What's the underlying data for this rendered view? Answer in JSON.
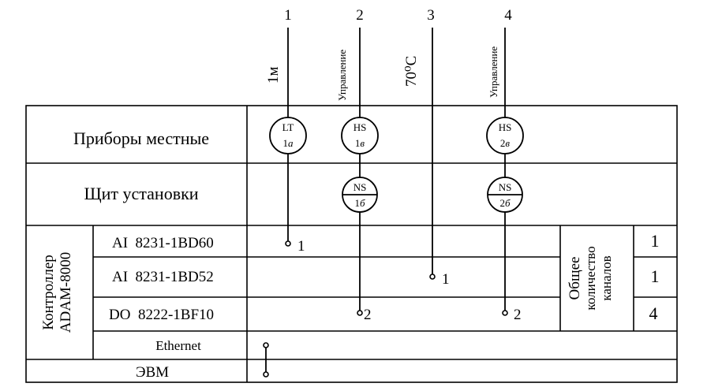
{
  "lines": [
    {
      "number": "1",
      "label": "1м"
    },
    {
      "number": "2",
      "label": "Управление"
    },
    {
      "number": "3",
      "label": "70⁰C"
    },
    {
      "number": "4",
      "label": "Управление"
    }
  ],
  "rows": {
    "local_devices": "Приборы местные",
    "panel": "Щит установки"
  },
  "controller": {
    "title_line1": "Контроллер",
    "title_line2": "ADAM-8000",
    "modules": [
      {
        "name": "AI  8231-1BD60",
        "count": "1"
      },
      {
        "name": "AI  8231-1BD52",
        "count": "1"
      },
      {
        "name": "DO  8222-1BF10",
        "count": "4"
      }
    ],
    "ethernet": "Ethernet"
  },
  "computer": "ЭВМ",
  "total_channels": {
    "line1": "Общее",
    "line2": "количество",
    "line3": "каналов"
  },
  "instruments": [
    {
      "code": "LT",
      "tag_num": "1",
      "tag_letter": "а"
    },
    {
      "code": "HS",
      "tag_num": "1",
      "tag_letter": "в"
    },
    {
      "code": "HS",
      "tag_num": "2",
      "tag_letter": "в"
    }
  ],
  "panel_devices": [
    {
      "code": "NS",
      "tag_num": "1",
      "tag_letter": "б"
    },
    {
      "code": "NS",
      "tag_num": "2",
      "tag_letter": "б"
    }
  ],
  "terminals": {
    "t1": "1",
    "t3": "1",
    "t2": "2",
    "t4": "2"
  }
}
